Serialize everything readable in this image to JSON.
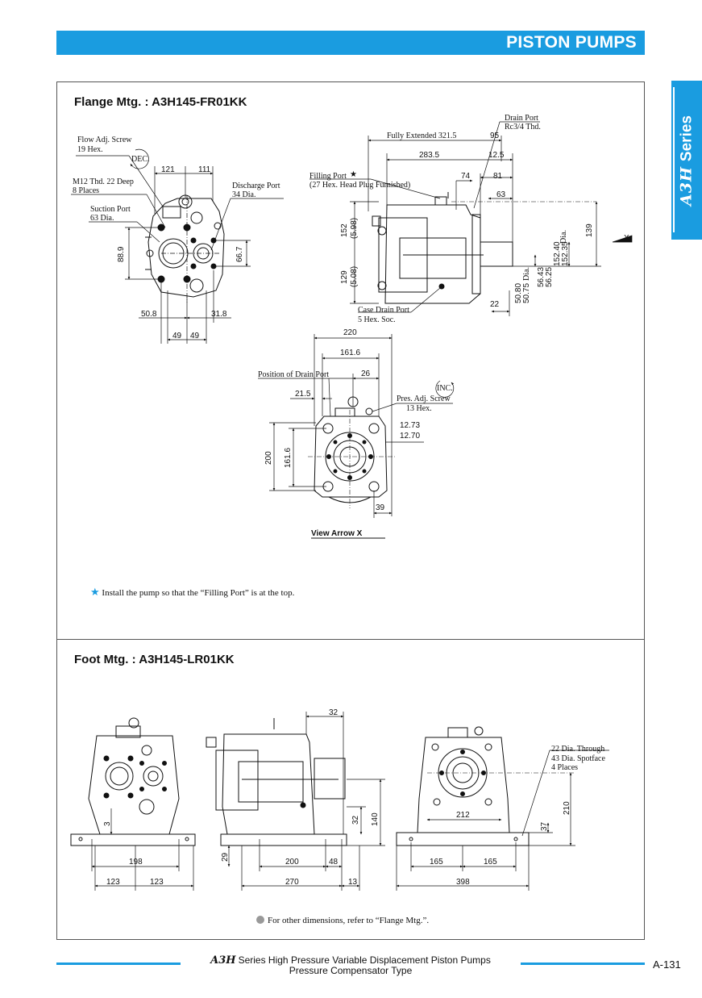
{
  "header": {
    "title": "PISTON PUMPS"
  },
  "side_tab": {
    "brand": "A3H",
    "label": "Series"
  },
  "flange": {
    "title": "Flange Mtg. : A3H145-FR01KK",
    "labels": {
      "flow_adj_screw": "Flow Adj. Screw",
      "flow_adj_hex": "19 Hex.",
      "dec": "DEC.",
      "m12_thd": "M12 Thd. 22 Deep",
      "eight_places": "8 Places",
      "suction_port": "Suction Port",
      "suction_dia": "63 Dia.",
      "discharge_port": "Discharge Port",
      "discharge_dia": "34 Dia.",
      "filling_port": "Filling Port",
      "filling_note": "(27 Hex. Head Plug Furnished)",
      "drain_port": "Drain Port",
      "drain_thd": "Rc3/4 Thd.",
      "fully_extended": "Fully Extended 321.5",
      "case_drain_port": "Case Drain Port",
      "case_drain_hex": "5 Hex. Soc.",
      "x_label": "X",
      "position_drain": "Position of Drain Port",
      "inc": "INC.",
      "pres_adj_screw": "Pres. Adj. Screw",
      "pres_adj_hex": "13 Hex.",
      "view_arrow": "View Arrow X",
      "dia_a": "Dia.",
      "dia_b": "Dia."
    },
    "dims": {
      "d121": "121",
      "d111": "111",
      "d889": "88.9",
      "d667": "66.7",
      "d508": "50.8",
      "d318": "31.8",
      "d49a": "49",
      "d49b": "49",
      "d95": "95",
      "d2835": "283.5",
      "d125": "12.5",
      "d74": "74",
      "d81": "81",
      "d63": "63",
      "d152": "152",
      "d598": "(5.98)",
      "d129": "129",
      "d508b": "(5.08)",
      "d139": "139",
      "d15240": "152.40",
      "d15235": "152.35",
      "d5643": "56.43",
      "d5625": "56.25",
      "d5080": "50.80",
      "d5075": "50.75",
      "d22": "22",
      "d220": "220",
      "d1616": "161.6",
      "d26": "26",
      "d215": "21.5",
      "d1273": "12.73",
      "d1270": "12.70",
      "d200": "200",
      "d1616v": "161.6",
      "d39": "39"
    },
    "note": "Install the pump so that the “Filling Port” is at the top."
  },
  "foot": {
    "title": "Foot Mtg. : A3H145-LR01KK",
    "labels": {
      "through": "22 Dia. Through",
      "spotface": "43 Dia. Spotface",
      "four_places": "4 Places"
    },
    "dims": {
      "d3": "3",
      "d198": "198",
      "d123a": "123",
      "d123b": "123",
      "d32": "32",
      "d32v": "32",
      "d140": "140",
      "d29": "29",
      "d200": "200",
      "d48": "48",
      "d270": "270",
      "d13": "13",
      "d212": "212",
      "d37": "37",
      "d210": "210",
      "d165a": "165",
      "d165b": "165",
      "d398": "398"
    },
    "note": "For other dimensions, refer to “Flange Mtg.”."
  },
  "footer": {
    "brand": "A3H",
    "line1": "Series High Pressure Variable Displacement Piston Pumps",
    "line2": "Pressure Compensator Type",
    "page": "A-131"
  },
  "colors": {
    "accent": "#1a9ce0",
    "rule": "#555555"
  }
}
